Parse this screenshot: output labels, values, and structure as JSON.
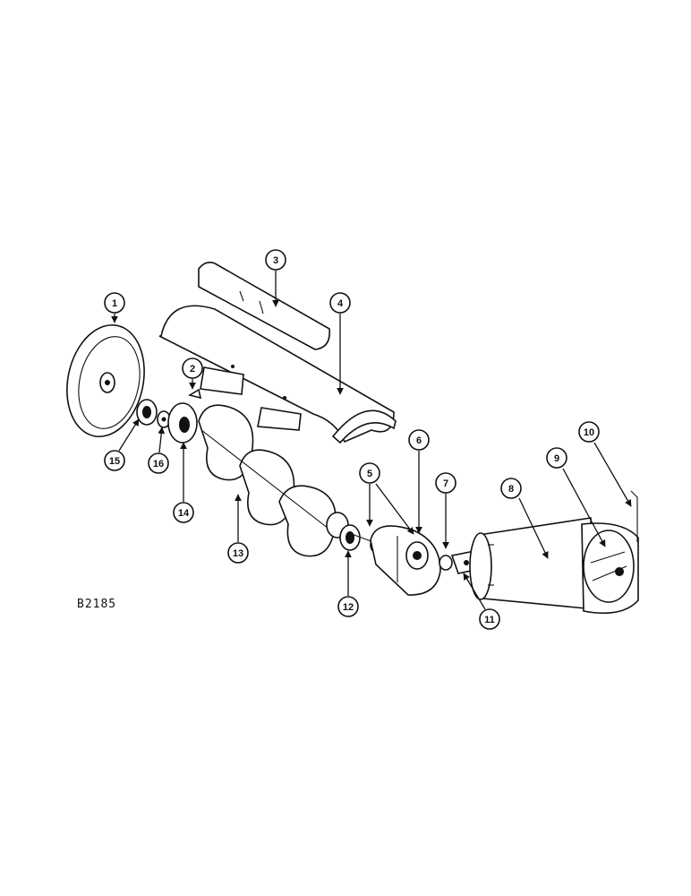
{
  "figure_code": "B2185",
  "callouts": [
    "1",
    "2",
    "3",
    "4",
    "5",
    "6",
    "7",
    "8",
    "9",
    "10",
    "11",
    "12",
    "13",
    "14",
    "15",
    "16"
  ]
}
